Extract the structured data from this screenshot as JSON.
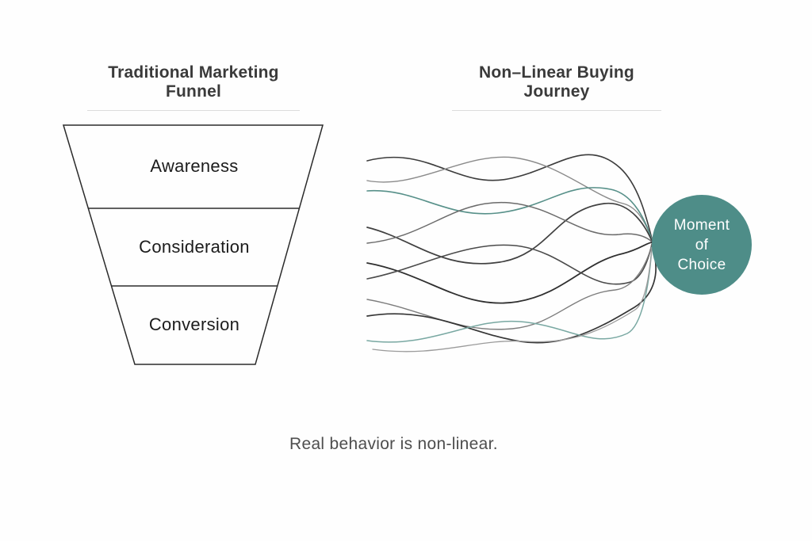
{
  "left_panel": {
    "title": "Traditional Marketing Funnel",
    "funnel_stages": [
      {
        "label": "Awareness"
      },
      {
        "label": "Consideration"
      },
      {
        "label": "Conversion"
      }
    ]
  },
  "right_panel": {
    "title": "Non–Linear Buying Journey",
    "node_label_lines": [
      "Moment",
      "of",
      "Choice"
    ]
  },
  "caption": "Real behavior is non-linear.",
  "colors": {
    "background": "#fefefe",
    "accent_teal": "#4e8d88",
    "teal_line": "#579089",
    "light_teal_line": "#79a8a2",
    "funnel_outline": "#2b2b2b",
    "line_dark": "#2f2f2f",
    "line_gray": "#6b6b6b",
    "line_light": "#9b9b9b",
    "title_text": "#3a3a3a",
    "stage_text": "#1c1c1c",
    "caption_text": "#4e4e4e",
    "underline": "#dcdcdc",
    "node_text": "#ffffff"
  }
}
